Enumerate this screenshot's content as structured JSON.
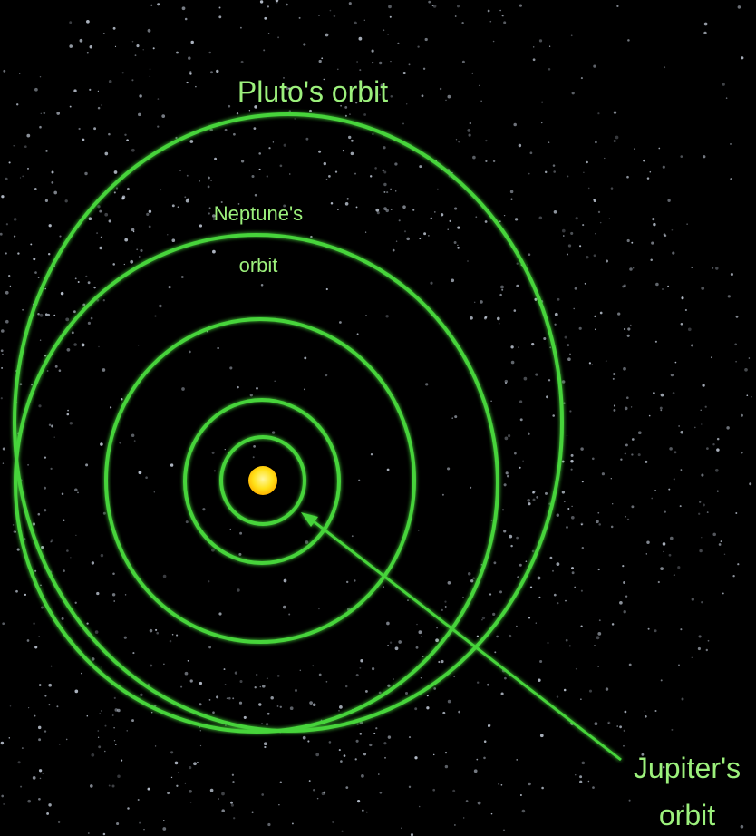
{
  "labels": {
    "pluto": "Pluto's orbit",
    "neptune_line1": "Neptune's",
    "neptune_line2": "orbit",
    "jupiter_line1": "Jupiter's",
    "jupiter_line2": "orbit"
  },
  "colors": {
    "background": "#000000",
    "orbit": "#46d43a",
    "orbit_glow": "#2f9a27",
    "label": "#9cf07c",
    "sun": "#ffe21a",
    "sun_edge": "#ffb400",
    "dust": "#cfd8e6"
  }
}
